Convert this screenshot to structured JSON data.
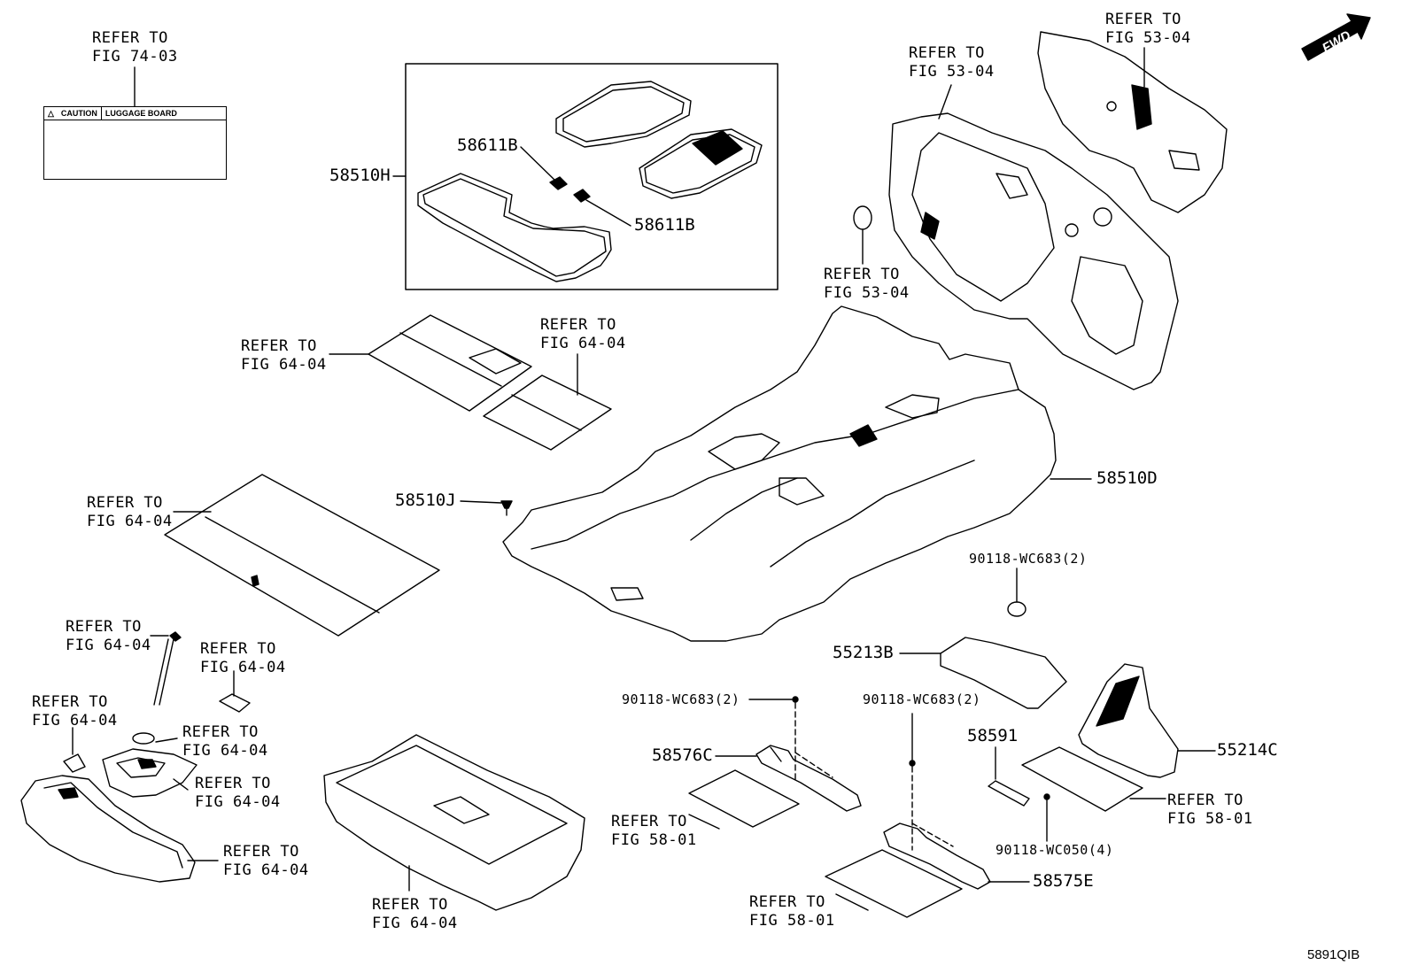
{
  "diagram": {
    "fwd_label": "FWD",
    "figure_code": "5891QIB",
    "caution_label": {
      "warning_text": "CAUTION",
      "subject_text": "LUGGAGE BOARD"
    },
    "parts": [
      {
        "id": "58510H",
        "label": "58510H"
      },
      {
        "id": "58611B-a",
        "label": "58611B"
      },
      {
        "id": "58611B-b",
        "label": "58611B"
      },
      {
        "id": "58510D",
        "label": "58510D"
      },
      {
        "id": "58510J",
        "label": "58510J"
      },
      {
        "id": "55213B",
        "label": "55213B"
      },
      {
        "id": "55214C",
        "label": "55214C"
      },
      {
        "id": "58576C",
        "label": "58576C"
      },
      {
        "id": "58575E",
        "label": "58575E"
      },
      {
        "id": "58591",
        "label": "58591"
      },
      {
        "id": "90118-WC683-a",
        "label": "90118-WC683(2)"
      },
      {
        "id": "90118-WC683-b",
        "label": "90118-WC683(2)"
      },
      {
        "id": "90118-WC683-c",
        "label": "90118-WC683(2)"
      },
      {
        "id": "90118-WC050",
        "label": "90118-WC050(4)"
      }
    ],
    "references": [
      {
        "line1": "REFER TO",
        "line2": "FIG 74-03"
      },
      {
        "line1": "REFER TO",
        "line2": "FIG 53-04"
      },
      {
        "line1": "REFER TO",
        "line2": "FIG 53-04"
      },
      {
        "line1": "REFER TO",
        "line2": "FIG 53-04"
      },
      {
        "line1": "REFER TO",
        "line2": "FIG 64-04"
      },
      {
        "line1": "REFER TO",
        "line2": "FIG 64-04"
      },
      {
        "line1": "REFER TO",
        "line2": "FIG 64-04"
      },
      {
        "line1": "REFER TO",
        "line2": "FIG 64-04"
      },
      {
        "line1": "REFER TO",
        "line2": "FIG 64-04"
      },
      {
        "line1": "REFER TO",
        "line2": "FIG 64-04"
      },
      {
        "line1": "REFER TO",
        "line2": "FIG 64-04"
      },
      {
        "line1": "REFER TO",
        "line2": "FIG 64-04"
      },
      {
        "line1": "REFER TO",
        "line2": "FIG 64-04"
      },
      {
        "line1": "REFER TO",
        "line2": "FIG 64-04"
      },
      {
        "line1": "REFER TO",
        "line2": "FIG 58-01"
      },
      {
        "line1": "REFER TO",
        "line2": "FIG 58-01"
      },
      {
        "line1": "REFER TO",
        "line2": "FIG 58-01"
      }
    ]
  }
}
